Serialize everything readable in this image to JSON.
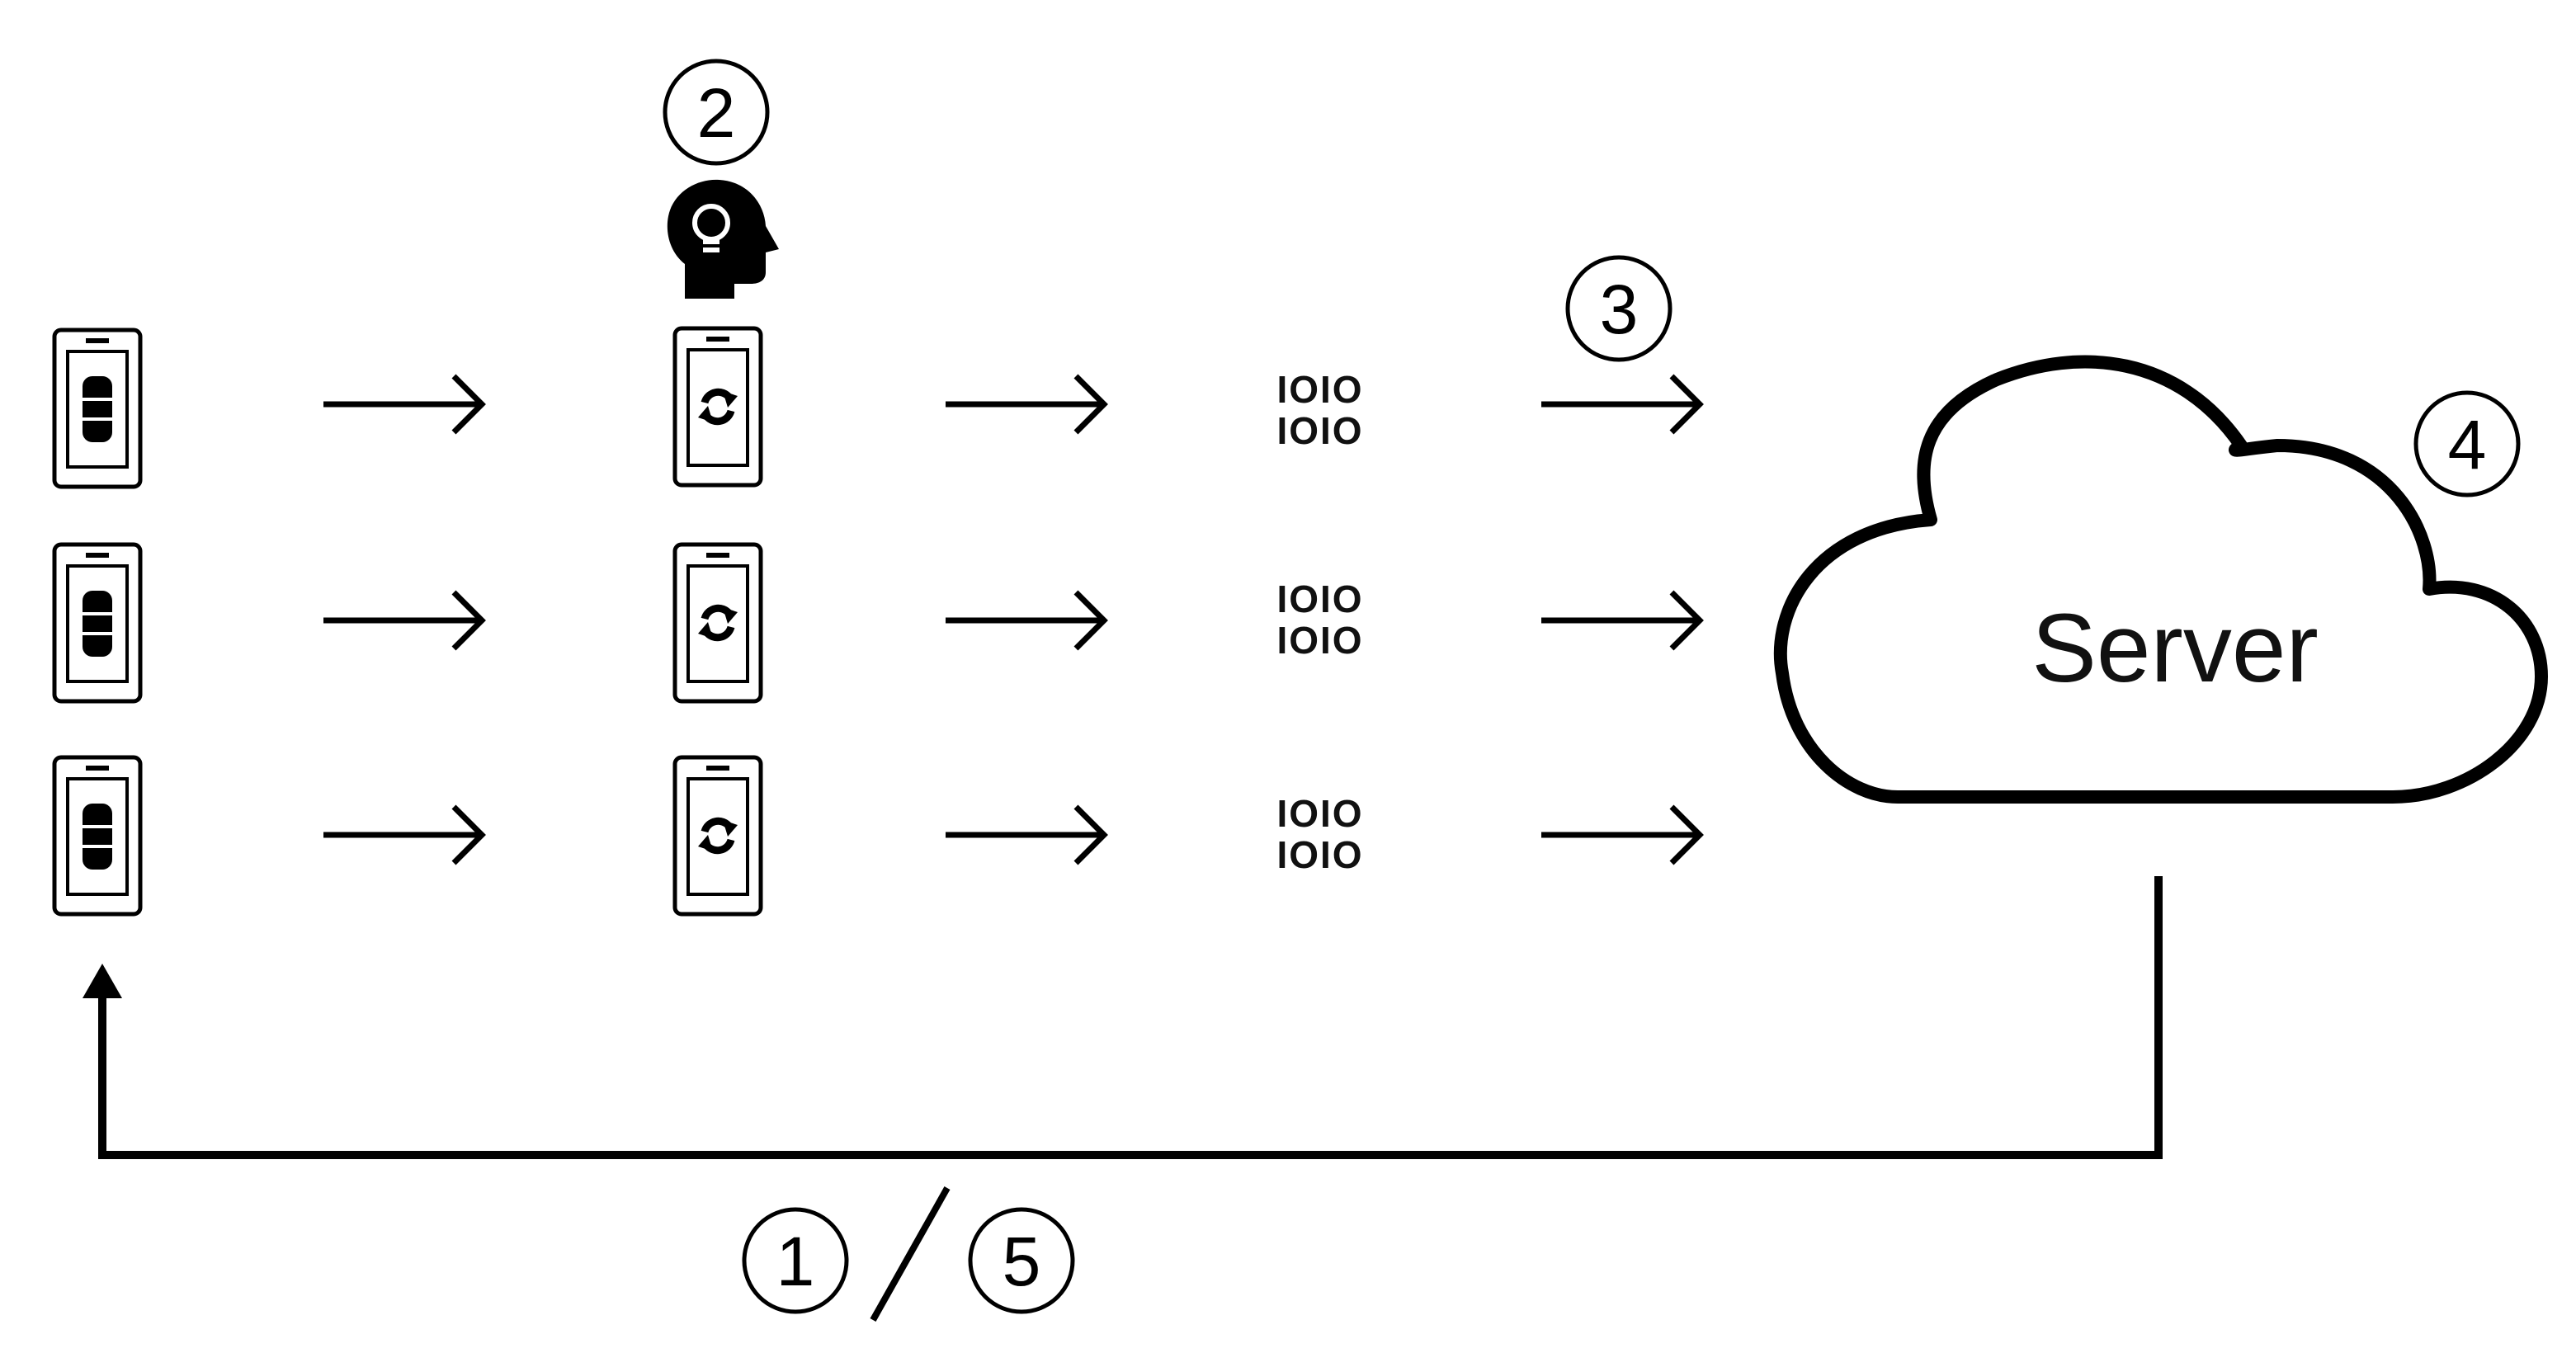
{
  "steps": {
    "first": "1",
    "second": "2",
    "third": "3",
    "fourth": "4",
    "fifth": "5"
  },
  "server": {
    "label": "Server"
  },
  "binary": {
    "line1": "IOIO",
    "line2": "IOIO"
  },
  "icons": {
    "device_data": "phone-database-icon",
    "device_training": "phone-sync-icon",
    "learning": "head-lightbulb-icon",
    "cloud": "cloud-icon"
  },
  "colors": {
    "stroke": "#000000",
    "background": "#ffffff"
  }
}
